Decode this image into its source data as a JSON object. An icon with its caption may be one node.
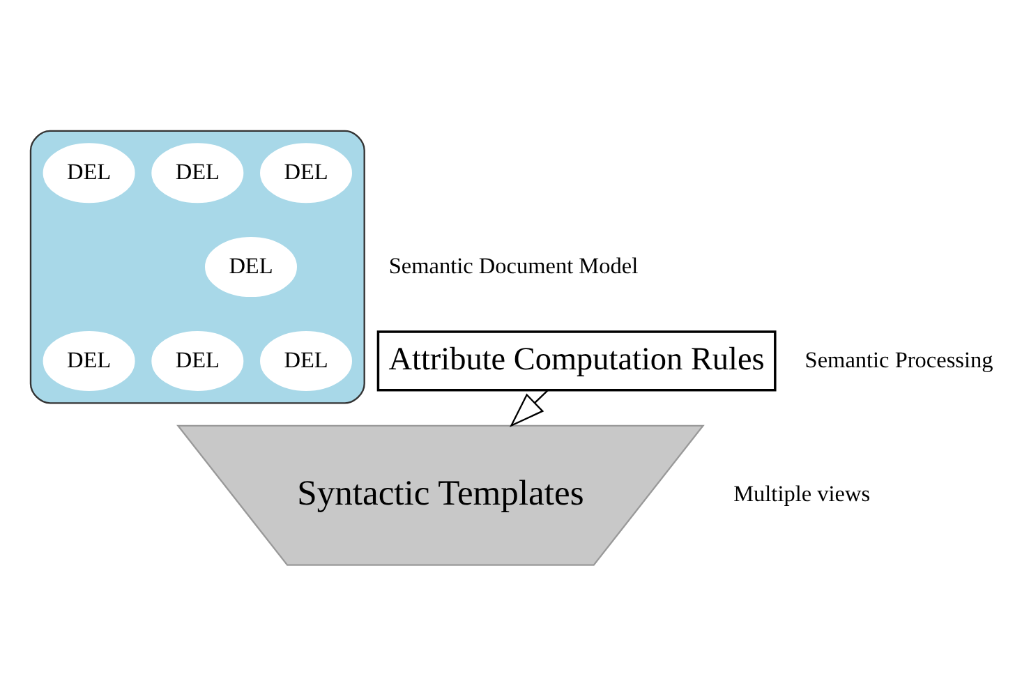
{
  "diagram": {
    "nodes": [
      {
        "text": [],
        "shape": "octagon"
      },
      {
        "text": [
          "DEL"
        ],
        "in": 0
      },
      {
        "text": [
          "DEL"
        ],
        "in": 0
      },
      {
        "text": [
          "DEL"
        ],
        "in": 0
      },
      {
        "text": [
          "DEL"
        ],
        "in": 0
      },
      {
        "text": [
          "DEL"
        ],
        "in": 0
      },
      {
        "text": [
          "DEL"
        ],
        "in": 0
      },
      {
        "text": [
          "DEL"
        ],
        "in": 0
      },
      {
        "text": [
          "Syntactic Templates"
        ]
      },
      {
        "text": [
          "Attribute Computation Rules"
        ]
      }
    ],
    "edges": [
      {
        "from": 9,
        "to": 8,
        "arrow": "to"
      }
    ],
    "labels": [
      "Semantic Document Model",
      "Multiple views",
      "Semantic Processing"
    ]
  }
}
